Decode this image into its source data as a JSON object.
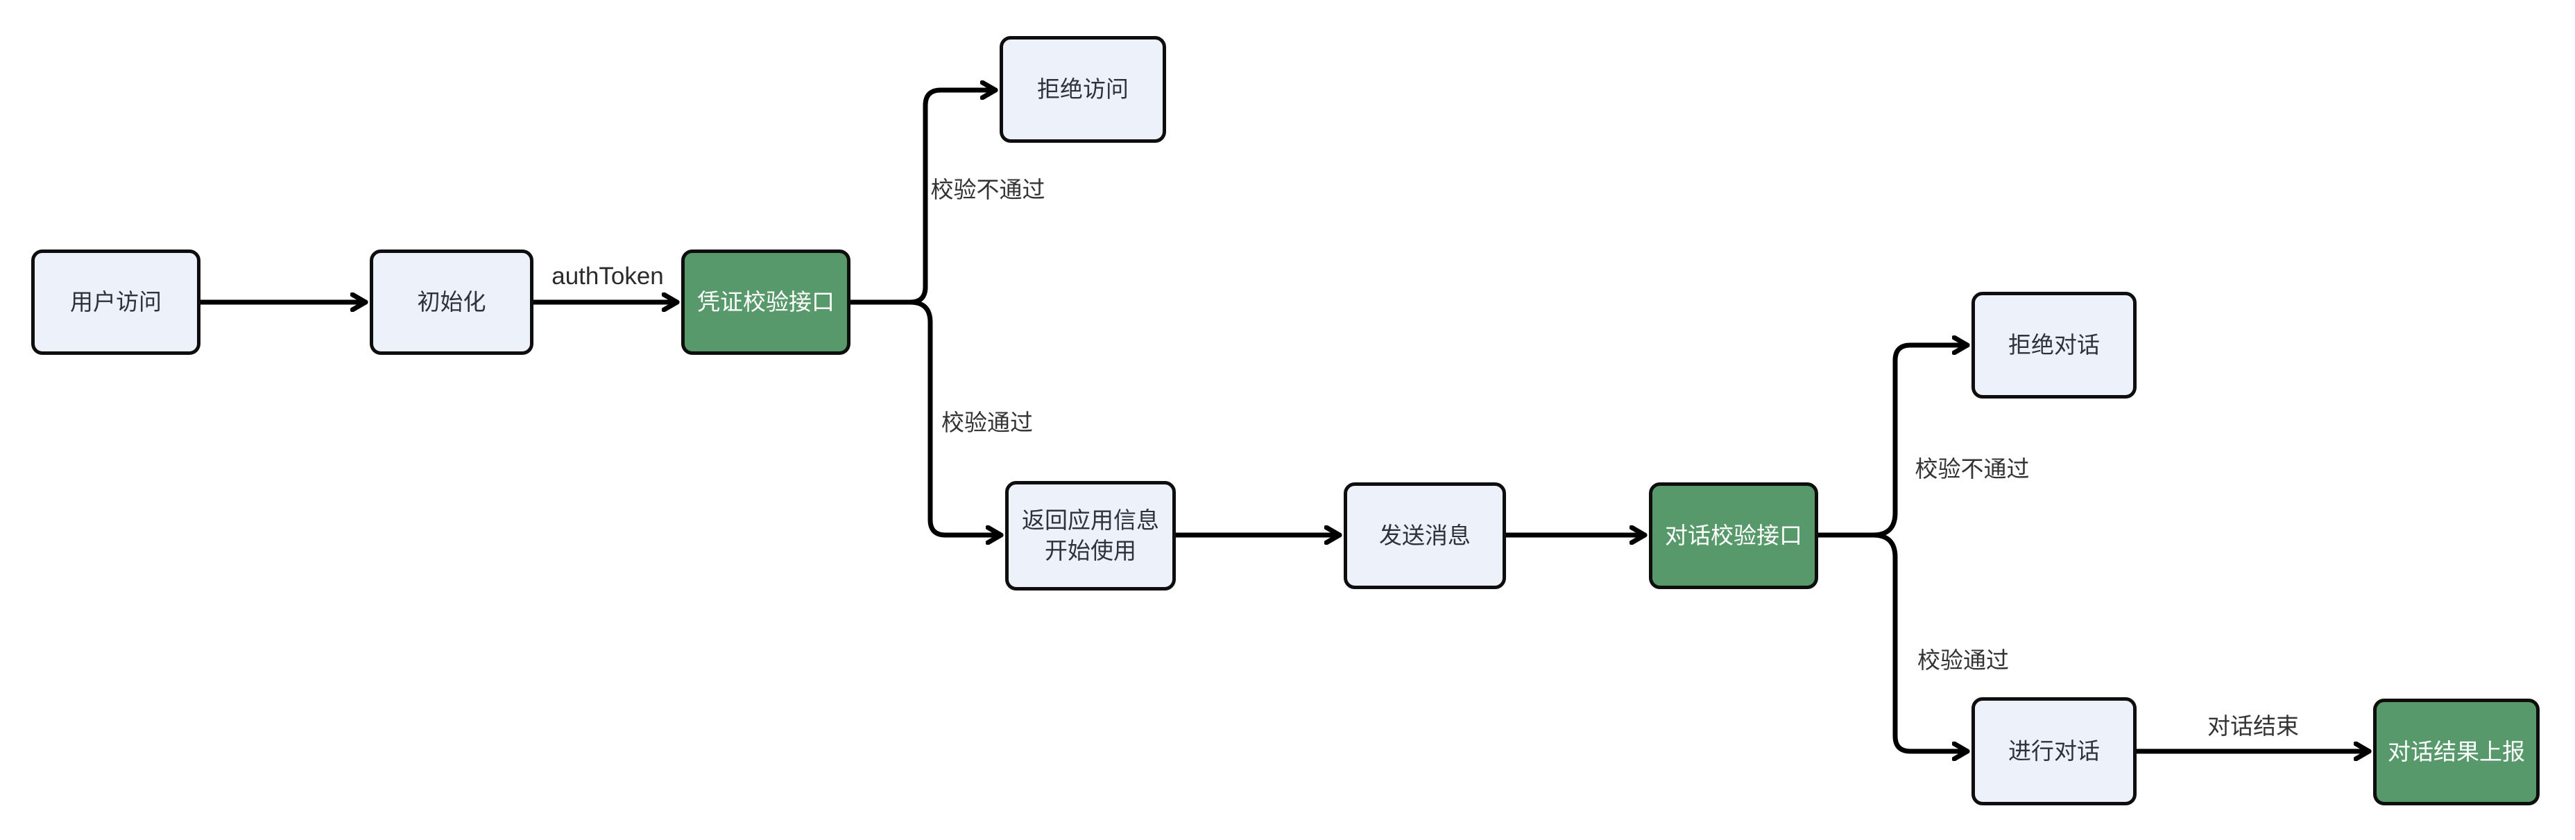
{
  "diagram": {
    "type": "flowchart",
    "background": "#ffffff",
    "colors": {
      "node_fill": "#edf1fa",
      "node_border": "#0e0e0e",
      "node_text": "#2e323a",
      "accent_fill": "#58996b",
      "accent_text": "#ffffff",
      "edge_stroke": "#000000",
      "edge_label_text": "#333333"
    },
    "nodes": [
      {
        "id": "user-access",
        "label": "用户访问",
        "style": "default"
      },
      {
        "id": "init",
        "label": "初始化",
        "style": "default"
      },
      {
        "id": "credential-check-api",
        "label": "凭证校验接口",
        "style": "accent"
      },
      {
        "id": "deny-access",
        "label": "拒绝访问",
        "style": "default"
      },
      {
        "id": "return-app-info",
        "lines": [
          "返回应用信息",
          "开始使用"
        ],
        "style": "default"
      },
      {
        "id": "send-message",
        "label": "发送消息",
        "style": "default"
      },
      {
        "id": "dialog-check-api",
        "label": "对话校验接口",
        "style": "accent"
      },
      {
        "id": "deny-dialog",
        "label": "拒绝对话",
        "style": "default"
      },
      {
        "id": "conduct-dialog",
        "label": "进行对话",
        "style": "default"
      },
      {
        "id": "report-dialog-result",
        "label": "对话结果上报",
        "style": "accent"
      }
    ],
    "edges": [
      {
        "from": "user-access",
        "to": "init",
        "label": ""
      },
      {
        "from": "init",
        "to": "credential-check-api",
        "label": "authToken"
      },
      {
        "from": "credential-check-api",
        "to": "deny-access",
        "label": "校验不通过"
      },
      {
        "from": "credential-check-api",
        "to": "return-app-info",
        "label": "校验通过"
      },
      {
        "from": "return-app-info",
        "to": "send-message",
        "label": ""
      },
      {
        "from": "send-message",
        "to": "dialog-check-api",
        "label": ""
      },
      {
        "from": "dialog-check-api",
        "to": "deny-dialog",
        "label": "校验不通过"
      },
      {
        "from": "dialog-check-api",
        "to": "conduct-dialog",
        "label": "校验通过"
      },
      {
        "from": "conduct-dialog",
        "to": "report-dialog-result",
        "label": "对话结束"
      }
    ]
  }
}
